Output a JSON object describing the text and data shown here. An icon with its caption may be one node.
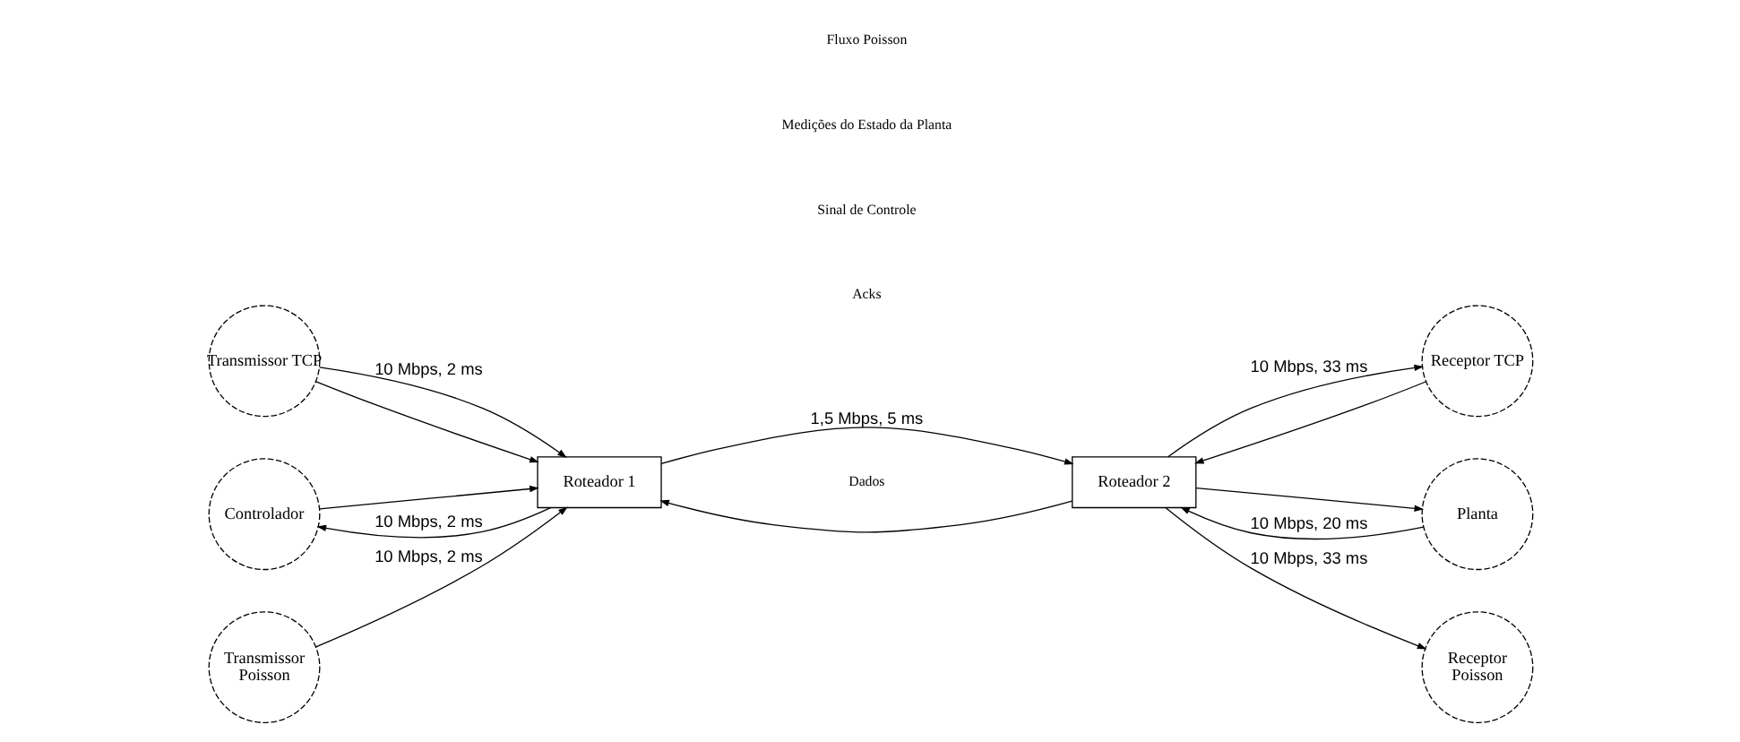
{
  "diagram": {
    "nodes": [
      {
        "text": [
          "Transmissor TCP"
        ]
      },
      {
        "text": [
          "Controlador"
        ]
      },
      {
        "text": [
          "Transmissor",
          "Poisson"
        ]
      },
      {
        "text": [
          "Roteador 1"
        ]
      },
      {
        "text": [
          "Roteador 2"
        ]
      },
      {
        "text": [
          "Receptor TCP"
        ]
      },
      {
        "text": [
          "Planta"
        ]
      },
      {
        "text": [
          "Receptor",
          "Poisson"
        ]
      }
    ],
    "edges": [
      {
        "from": 0,
        "to": 3,
        "arrow": "to",
        "label": "10 Mbps, 2 ms"
      },
      {
        "from": 0,
        "to": 3,
        "arrow": "to"
      },
      {
        "from": 1,
        "to": 3,
        "arrow": "to"
      },
      {
        "from": 3,
        "to": 1,
        "arrow": "to",
        "label": "10 Mbps, 2 ms"
      },
      {
        "from": 2,
        "to": 3,
        "arrow": "to",
        "label": "10 Mbps, 2 ms"
      },
      {
        "from": 3,
        "to": 4,
        "arrow": "to",
        "label": "1,5 Mbps, 5 ms"
      },
      {
        "from": 4,
        "to": 3,
        "arrow": "to"
      },
      {
        "from": 4,
        "to": 5,
        "arrow": "to",
        "label": "10 Mbps, 33 ms"
      },
      {
        "from": 5,
        "to": 4,
        "arrow": "to"
      },
      {
        "from": 4,
        "to": 6,
        "arrow": "to"
      },
      {
        "from": 6,
        "to": 4,
        "arrow": "to",
        "label": "10 Mbps, 20 ms"
      },
      {
        "from": 4,
        "to": 7,
        "arrow": "to",
        "label": "10 Mbps, 33 ms"
      }
    ],
    "labels": [
      "Dados",
      "Acks",
      "Sinal de Controle",
      "Medições do Estado da Planta",
      "Fluxo Poisson"
    ]
  }
}
